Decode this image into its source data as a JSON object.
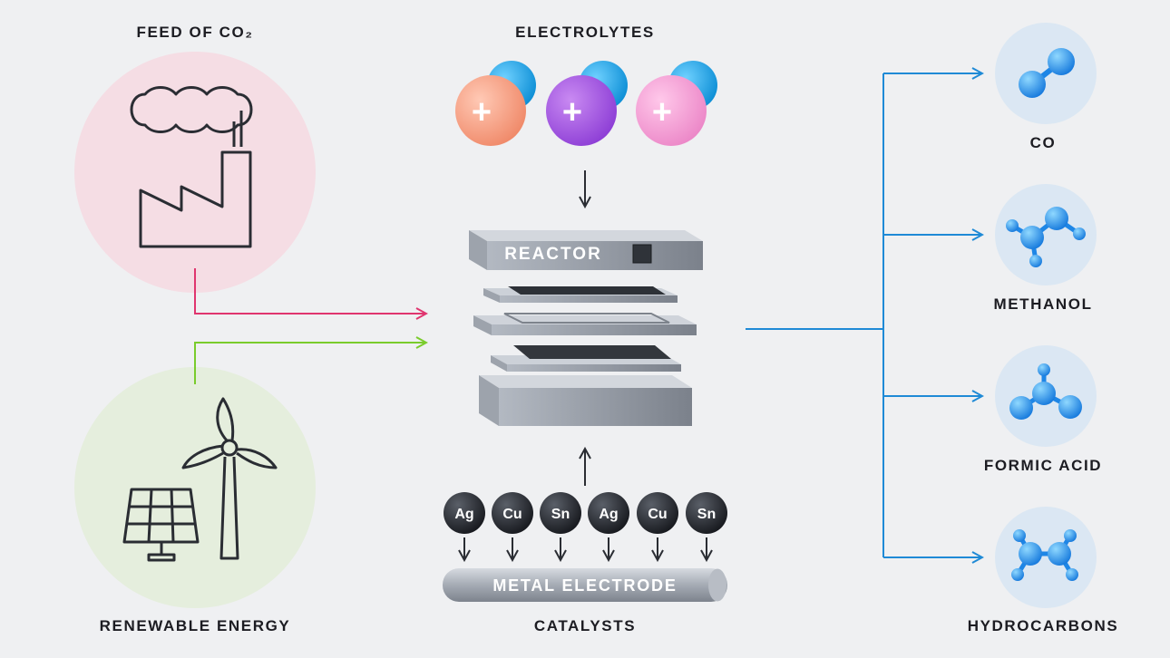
{
  "inputs": {
    "feed": "FEED OF CO₂",
    "energy": "RENEWABLE ENERGY",
    "electrolytes": "ELECTROLYTES",
    "catalysts": "CATALYSTS"
  },
  "reactor": {
    "label": "REACTOR",
    "electrode": "METAL ELECTRODE"
  },
  "catalyst_metals": [
    "Ag",
    "Cu",
    "Sn",
    "Ag",
    "Cu",
    "Sn"
  ],
  "ion_sign": "+",
  "products": [
    {
      "name": "CO"
    },
    {
      "name": "METHANOL"
    },
    {
      "name": "FORMIC ACID"
    },
    {
      "name": "HYDROCARBONS"
    }
  ],
  "colors": {
    "background": "#eff0f2",
    "feed_arrow": "#e0356f",
    "energy_arrow": "#7acc2c",
    "product_arrow": "#1f8ad6",
    "feed_circle": "#f5dde4",
    "energy_circle": "#e5eedd",
    "product_circle": "#dbe7f3",
    "molecule": "#1e90ee",
    "ion_orange": "#f59a80",
    "ion_purple": "#a352e0",
    "ion_pink": "#f29fd6",
    "ion_partner": "#1aa6e6"
  }
}
